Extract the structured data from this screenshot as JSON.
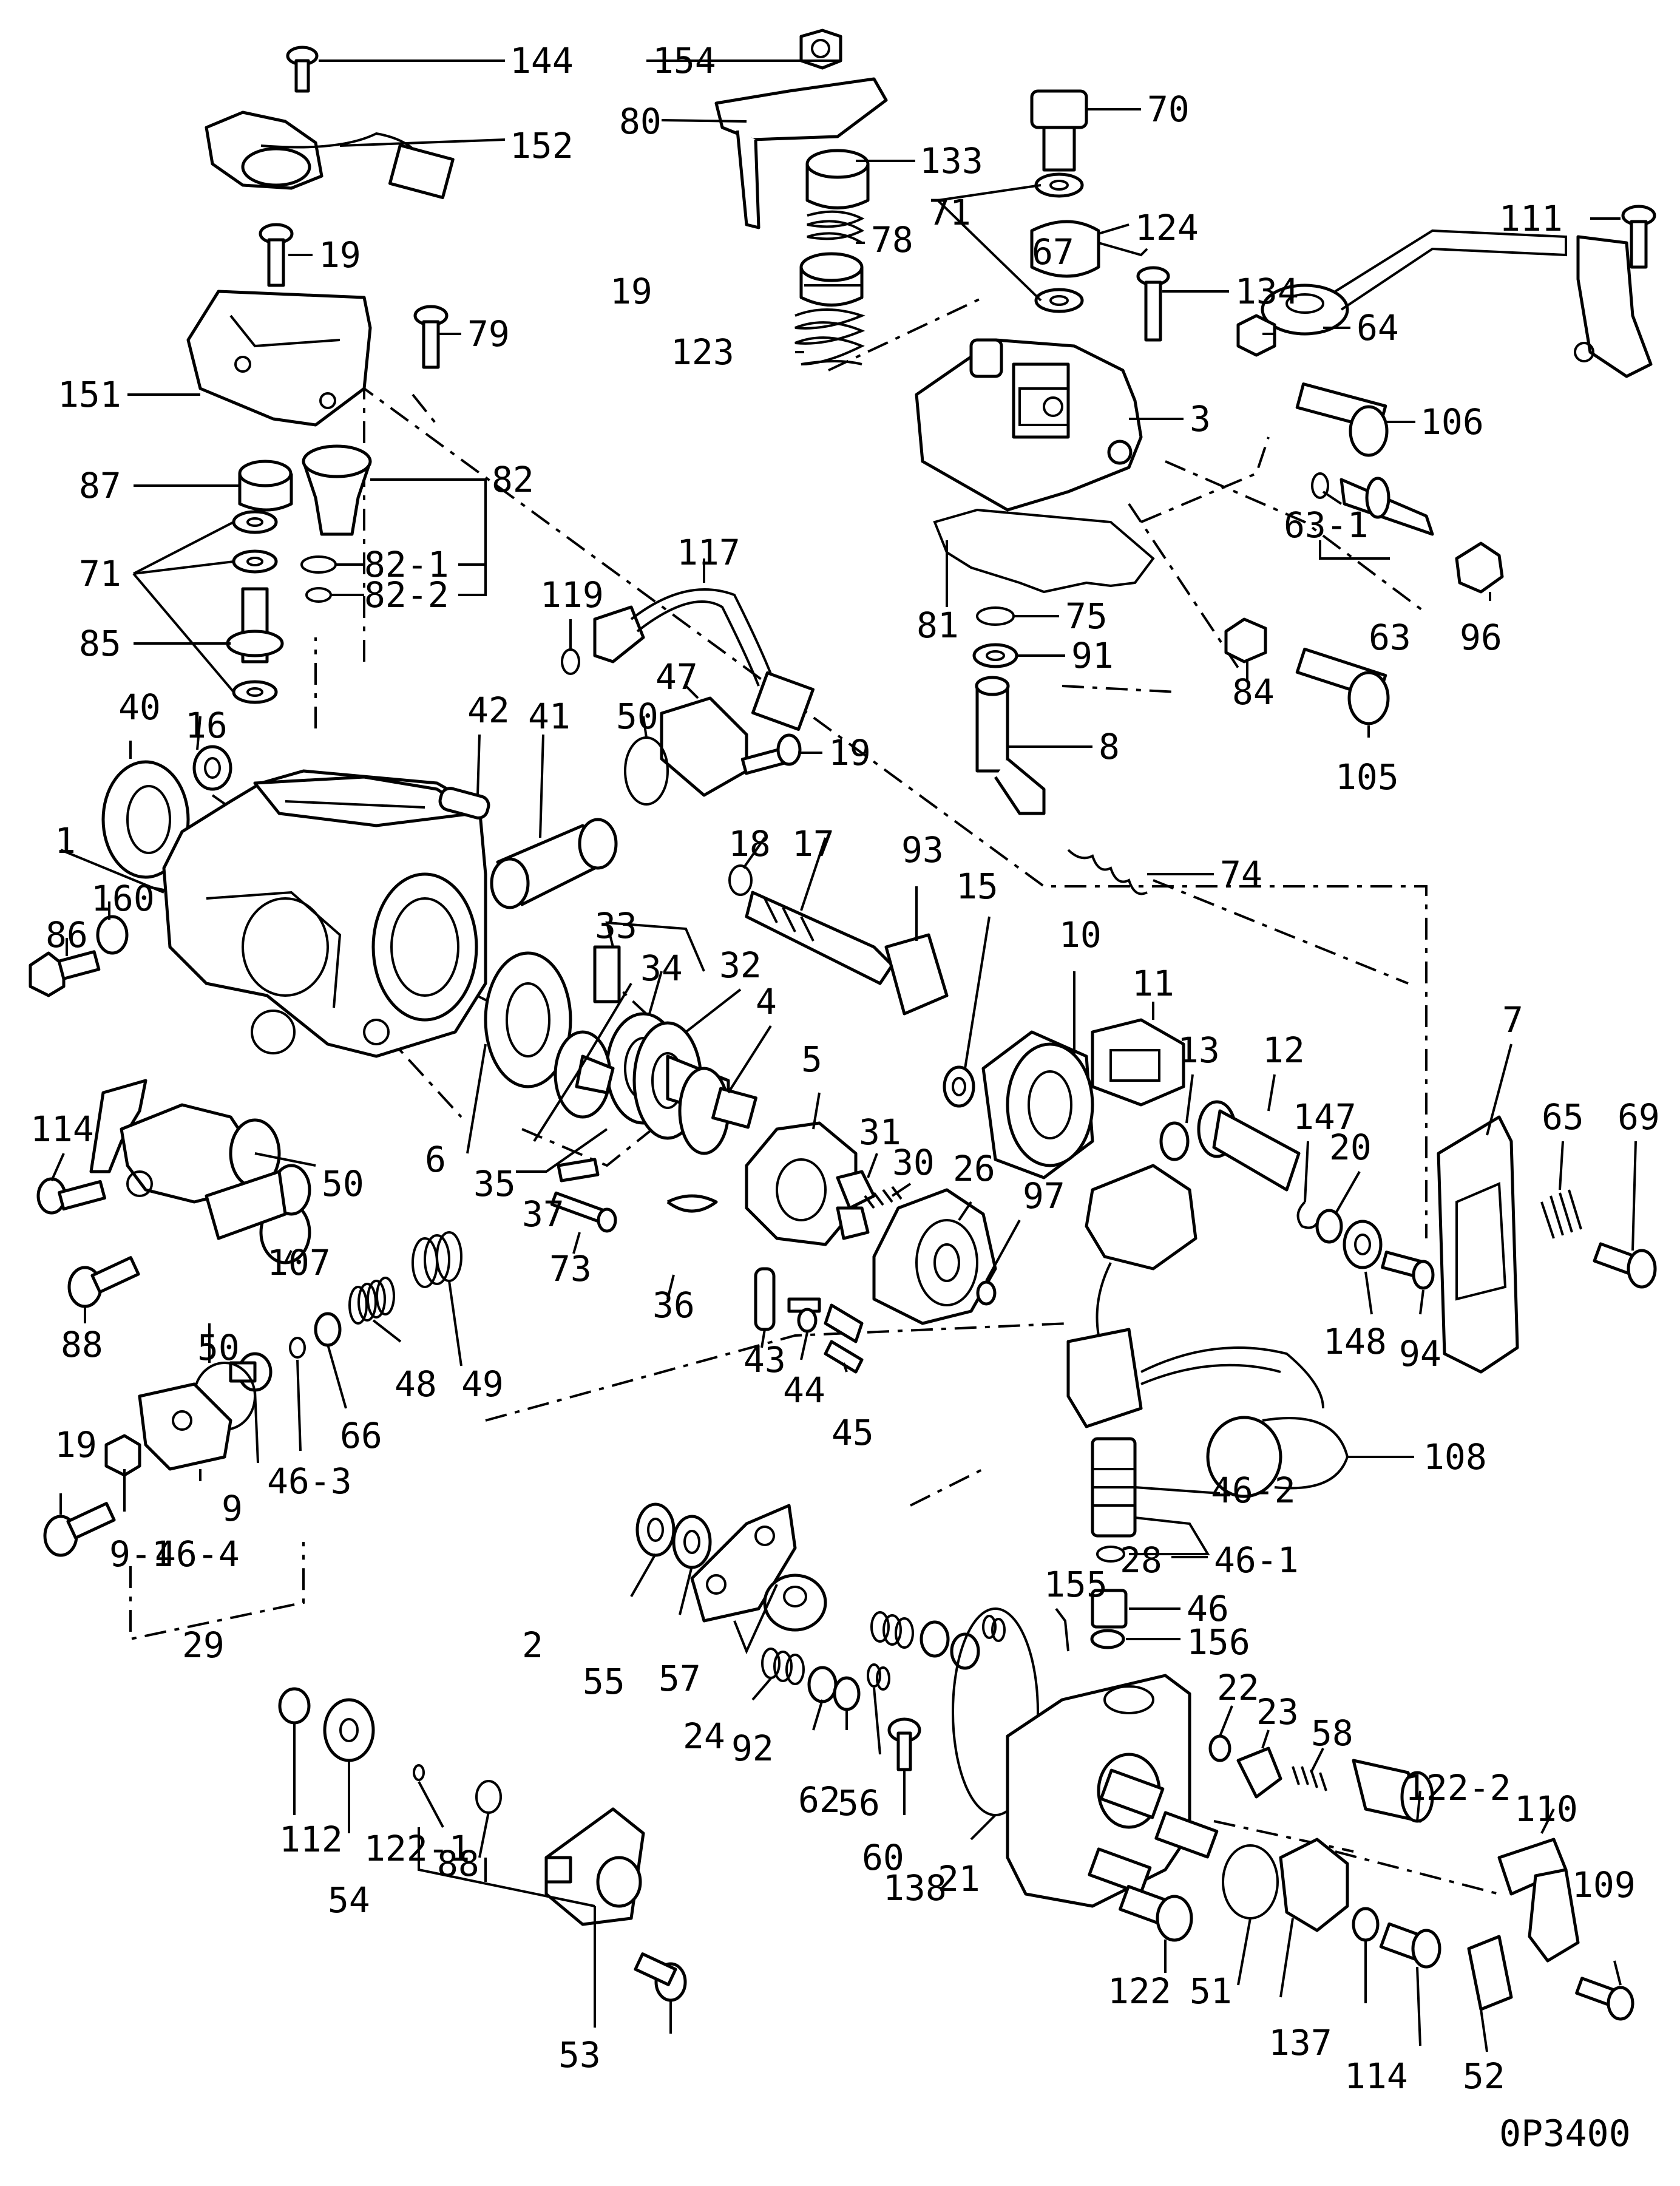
{
  "diagram": {
    "drawing_code": "0P3400",
    "labels": [
      "144",
      "154",
      "152",
      "80",
      "70",
      "133",
      "71",
      "124",
      "78",
      "111",
      "19",
      "67",
      "134",
      "19",
      "79",
      "123",
      "64",
      "151",
      "3",
      "106",
      "87",
      "82",
      "82-1",
      "63-1",
      "71",
      "82-2",
      "117",
      "119",
      "75",
      "81",
      "63",
      "96",
      "85",
      "91",
      "84",
      "47",
      "16",
      "40",
      "50",
      "19",
      "8",
      "42",
      "41",
      "105",
      "18",
      "17",
      "93",
      "1",
      "74",
      "160",
      "86",
      "15",
      "10",
      "11",
      "7",
      "33",
      "34",
      "32",
      "13",
      "12",
      "147",
      "65",
      "69",
      "4",
      "20",
      "5",
      "31",
      "114",
      "30",
      "26",
      "97",
      "6",
      "35",
      "50",
      "37",
      "148",
      "94",
      "73",
      "107",
      "88",
      "36",
      "43",
      "44",
      "45",
      "50",
      "48",
      "49",
      "66",
      "19",
      "46-3",
      "108",
      "46-2",
      "9",
      "46-1",
      "46-4",
      "9-1",
      "28",
      "2",
      "155",
      "46",
      "29",
      "55",
      "156",
      "57",
      "24",
      "22",
      "23",
      "58",
      "92",
      "62",
      "56",
      "60",
      "138",
      "21",
      "110",
      "122-2",
      "112",
      "122-1",
      "109",
      "88",
      "54",
      "122",
      "51",
      "53",
      "137",
      "114",
      "52"
    ]
  }
}
